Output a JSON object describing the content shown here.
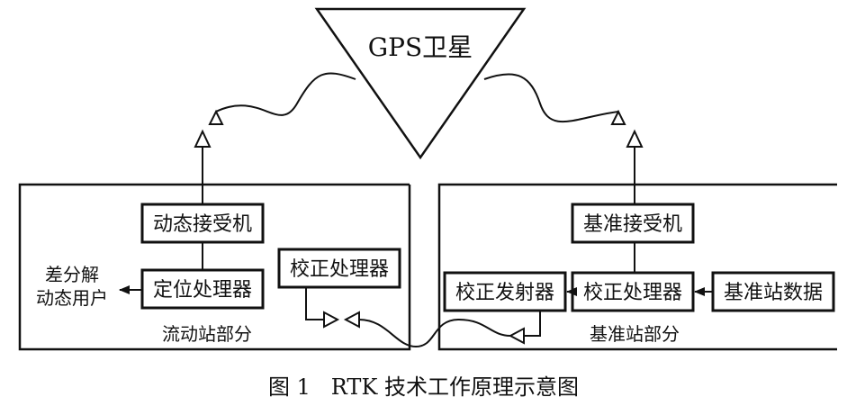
{
  "satellite": {
    "label": "GPS卫星"
  },
  "rover": {
    "section_label": "流动站部分",
    "receiver": "动态接受机",
    "positioning_processor": "定位处理器",
    "correction_processor": "校正处理器",
    "output_label_line1": "差分解",
    "output_label_line2": "动态用户"
  },
  "base": {
    "section_label": "基准站部分",
    "receiver": "基准接受机",
    "correction_transmitter": "校正发射器",
    "correction_processor": "校正处理器",
    "station_data": "基准站数据"
  },
  "caption": {
    "figure_number": "图 1",
    "title": "RTK 技术工作原理示意图"
  }
}
